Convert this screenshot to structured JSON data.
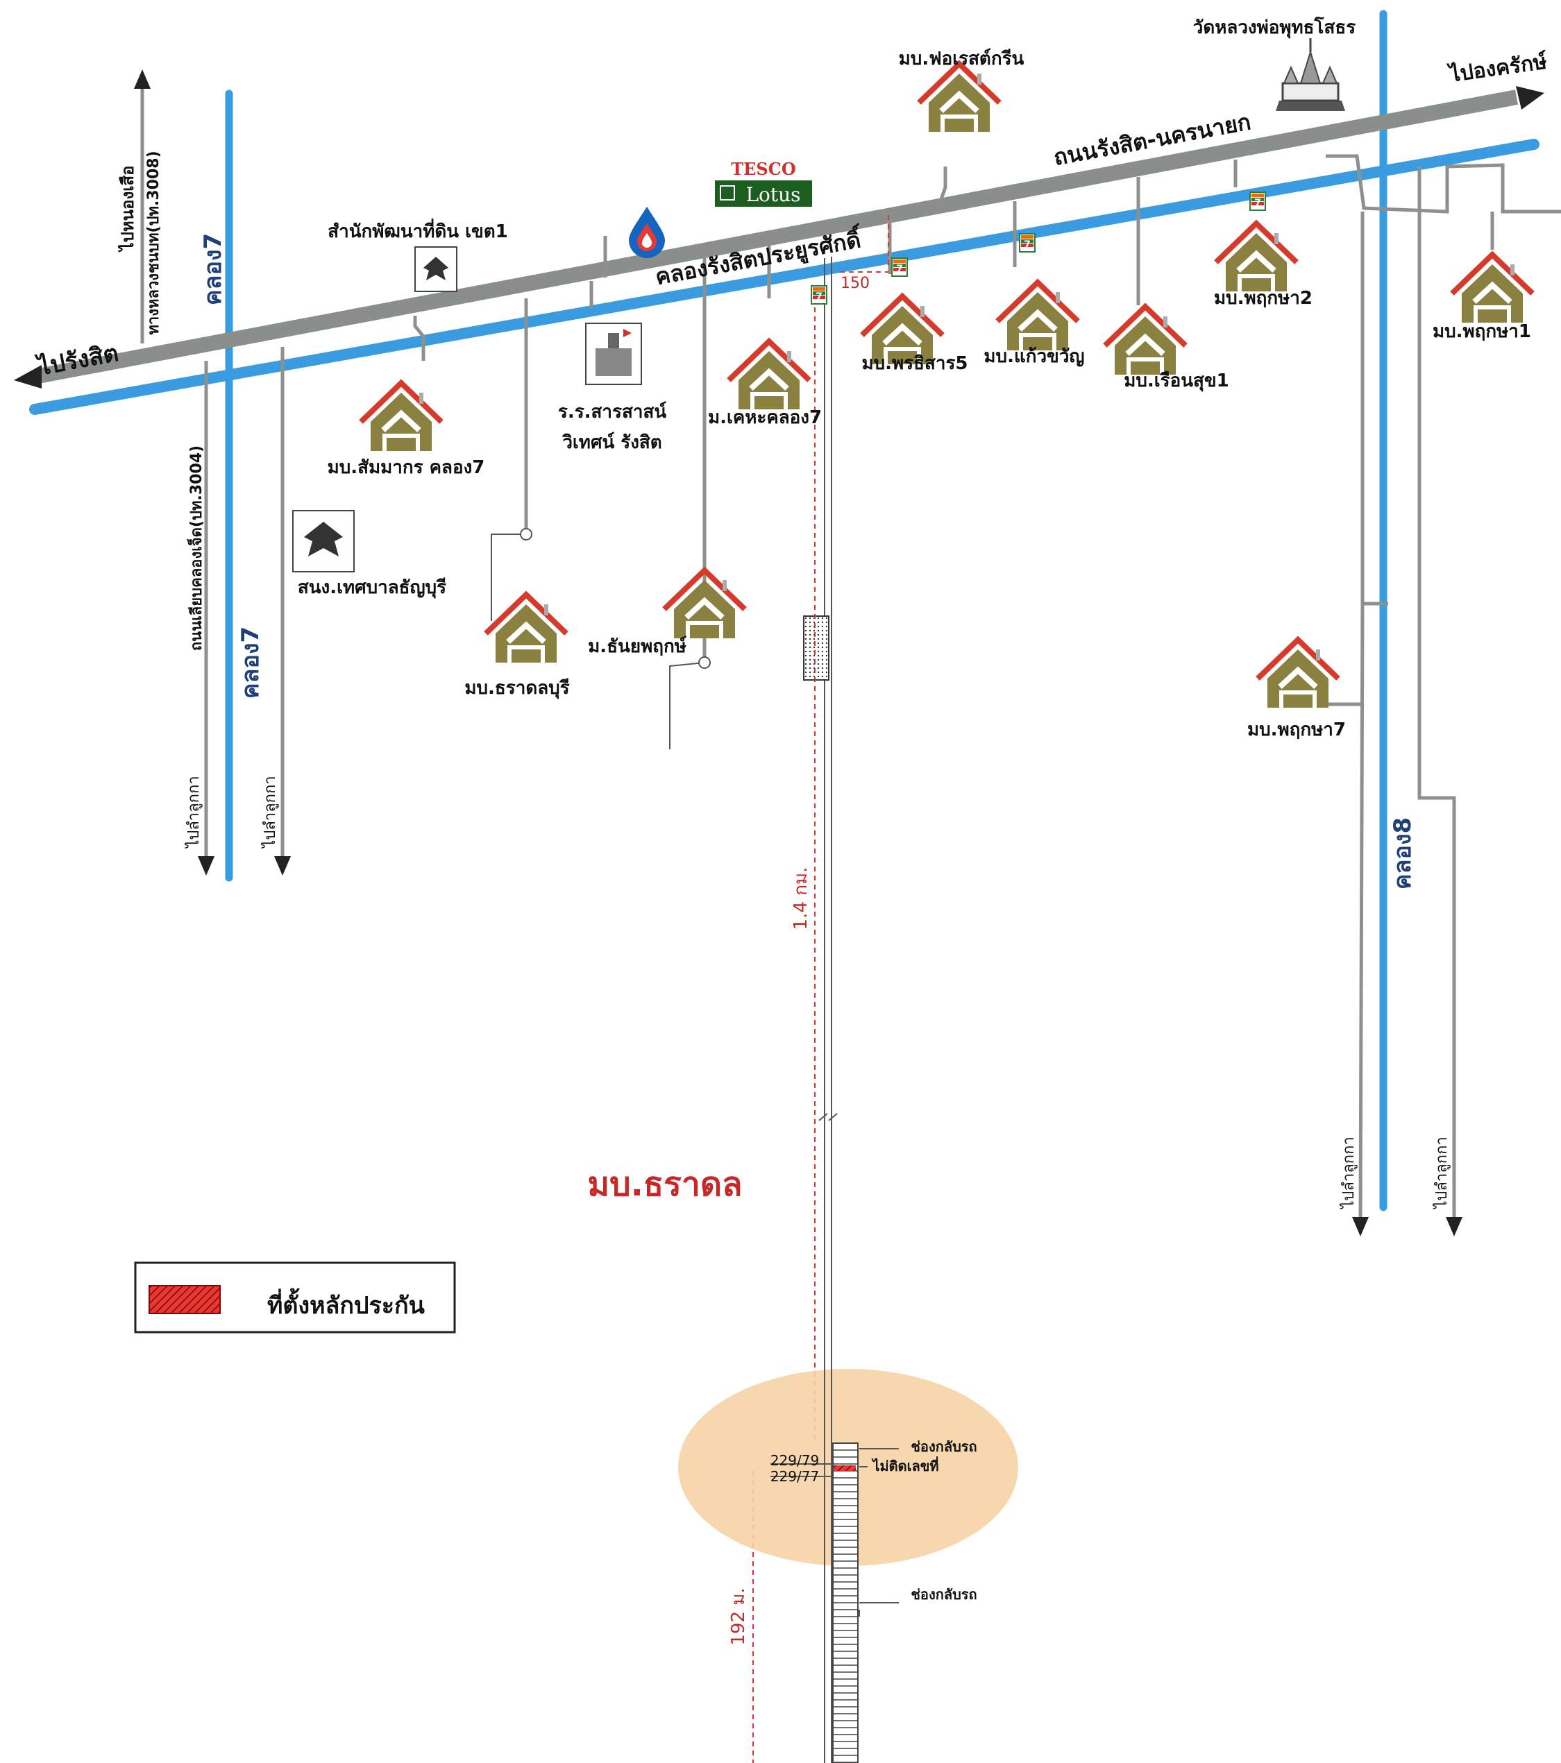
{
  "main_road": {
    "name": "ถนนรังสิต-นครนายก"
  },
  "canal": {
    "name": "คลองรังสิตประยูรศักดิ์"
  },
  "directions": {
    "west": "ไปรังสิต",
    "east": "ไปองครักษ์",
    "north_road": "ไปหนองเสือ",
    "north_road_name": "ทางหลวงชนบท(ปท.3008)",
    "south_road_name": "ถนนเลียบคลองเจ็ด(ปท.3004)",
    "to_lam_luk_ka_1": "ไปลำลูกกา",
    "to_lam_luk_ka_2": "ไปลำลูกกา",
    "to_lam_luk_ka_3": "ไปลำลูกกา",
    "to_lam_luk_ka_4": "ไปลำลูกกา"
  },
  "canals": {
    "khlong7_north": "คลอง7",
    "khlong7_south": "คลอง7",
    "khlong8": "คลอง8"
  },
  "landmarks": {
    "temple": "วัดหลวงพ่อพุทธโสธร",
    "tesco_top": "TESCO",
    "tesco_bottom": "Lotus",
    "land_office": "สำนักพัฒนาที่ดิน เขต1",
    "school_line1": "ร.ร.สารสาสน์",
    "school_line2": "วิเทศน์ รังสิต",
    "municipal_office": "สนง.เทศบาลธัญบุรี"
  },
  "villages": {
    "forest_green": "มบ.ฟอเรสต์กรีน",
    "sammakorn": "มบ.สัมมากร คลอง7",
    "tharadol_buri": "มบ.ธราดลบุรี",
    "kheha_khlong7": "ม.เคหะคลอง7",
    "thanya_pruk": "ม.ธันยพฤกษ์",
    "porn_thisan5": "มบ.พรธิสาร5",
    "kaew_kwan": "มบ.แก้วขวัญ",
    "ruen_suk1": "มบ.เรือนสุข1",
    "pruksa2": "มบ.พฤกษา2",
    "pruksa1": "มบ.พฤกษา1",
    "pruksa7": "มบ.พฤกษา7"
  },
  "area_label": "มบ.ธราดล",
  "distances": {
    "d150": "150",
    "d1_4": "1.4 กม.",
    "d192": "192 ม."
  },
  "detail": {
    "u_turn_top": "ช่องกลับรถ",
    "u_turn_bottom": "ช่องกลับรถ",
    "no_number": "ไม่ติดเลขที่",
    "house_79": "229/79",
    "house_77": "229/77"
  },
  "legend": {
    "label": "ที่ตั้งหลักประกัน"
  },
  "colors": {
    "road": "#8a8f8c",
    "canal": "#3b9be0",
    "roof": "#d63a2a",
    "house_body": "#8a8040",
    "highlight_area": "#f6d3a4",
    "marker": "#e53935",
    "text_red": "#c62828",
    "canal_label": "#1f3f78"
  }
}
